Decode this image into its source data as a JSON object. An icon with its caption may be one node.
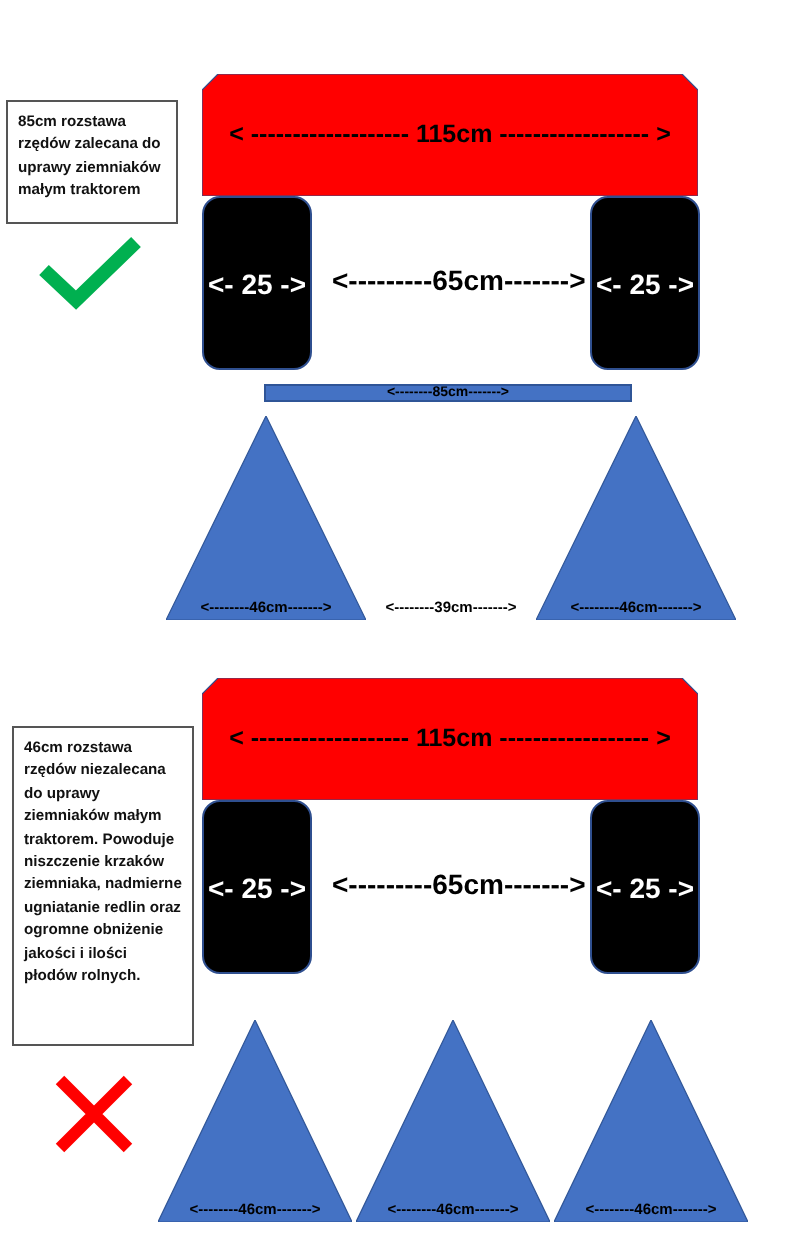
{
  "diagram": {
    "nodes": [
      {
        "text": [
          "85cm rozstawa rzędów zalecana do uprawy ziemniaków małym traktorem"
        ]
      },
      {
        "text": [
          "< ------------------- 115cm ------------------ >"
        ]
      },
      {
        "text": [
          "<- 25 ->"
        ]
      },
      {
        "text": [
          "<- 25 ->"
        ]
      },
      {
        "text": [
          "<--------85cm------->"
        ]
      },
      {
        "text": [
          "<--------46cm------->"
        ]
      },
      {
        "text": [
          "<--------46cm------->"
        ]
      },
      {
        "text": [
          "46cm rozstawa rzędów niezalecana do uprawy ziemniaków małym traktorem. Powoduje niszczenie krzaków ziemniaka, nadmierne ugniatanie redlin oraz ogromne obniżenie jakości i ilości płodów rolnych."
        ]
      },
      {
        "text": [
          "< ------------------- 115cm ------------------ >"
        ]
      },
      {
        "text": [
          "<- 25 ->"
        ]
      },
      {
        "text": [
          "<- 25 ->"
        ]
      },
      {
        "text": [
          "<--------46cm------->"
        ]
      },
      {
        "text": [
          "<--------46cm------->"
        ]
      },
      {
        "text": [
          "<--------46cm------->"
        ]
      }
    ],
    "labels": [
      "<---------65cm------->",
      "<--------39cm------->",
      "<---------65cm------->"
    ]
  }
}
